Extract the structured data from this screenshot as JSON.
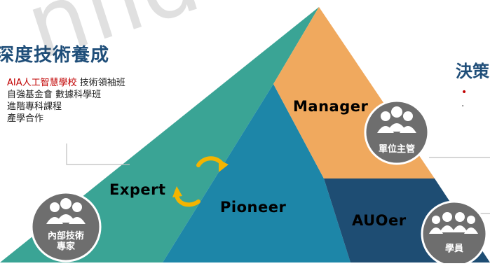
{
  "title_left": "深度技術養成",
  "title_right": "決策",
  "programs": [
    {
      "prefix": "AIA人工智慧學校",
      "suffix": " 技術領袖班"
    },
    {
      "prefix": "",
      "suffix": "自強基金會 數據科學班"
    },
    {
      "prefix": "",
      "suffix": "進階專科課程"
    },
    {
      "prefix": "",
      "suffix": "產學合作"
    }
  ],
  "right_bullets": [
    "•",
    "·"
  ],
  "levels": {
    "expert": "Expert",
    "pioneer": "Pioneer",
    "manager": "Manager",
    "auoer": "AUOer"
  },
  "roles": {
    "internal_expert_line1": "內部技術",
    "internal_expert_line2": "專家",
    "unit_manager": "單位主管",
    "trainee": "學員"
  },
  "watermark": "nfidential",
  "colors": {
    "expert": "#3aa495",
    "pioneer": "#1d86a8",
    "manager": "#f0a95e",
    "auoer": "#1e4d73",
    "cycle_arrow": "#f4b400",
    "badge": "#6e6e6e"
  }
}
